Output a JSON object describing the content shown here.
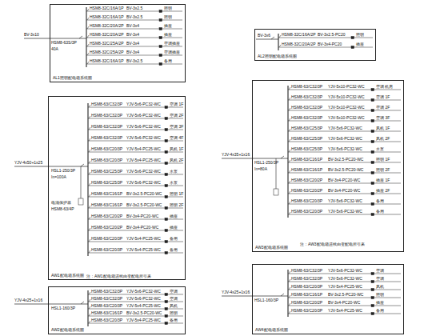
{
  "diagram": {
    "nodes": [
      {
        "text": [
          "AL1照明配电箱系统图"
        ]
      },
      {
        "text": [
          "AL2照明配电箱系统图"
        ]
      },
      {
        "text": [
          "AW1配电箱系统图"
        ]
      },
      {
        "text": [
          "AW2配电箱系统图"
        ]
      },
      {
        "text": [
          "AW3配电箱系统图"
        ]
      },
      {
        "text": [
          "AW4配电箱系统图"
        ]
      }
    ],
    "labels": [
      "BV-3x10",
      "HSM8-63S/3P",
      "40A",
      "HSM8-32C/16A/1P",
      "BV-3x2.5",
      "照明",
      "HSM8-32C/16A/1P",
      "BV-3x2.5",
      "照明",
      "HSM8-32C/20A/2P",
      "BV-3x4",
      "插座",
      "HSM8-32C/20A/2P",
      "BV-3x4",
      "插座",
      "HSM8-32C/25A/2P",
      "BV-3x4",
      "空调插座",
      "HSM8-32C/25A/2P",
      "BV-3x4",
      "空调插座",
      "HSM8-32C/16A/1P",
      "BV-3x2.5",
      "备用",
      "BV-3x6",
      "HSM8-32C/16A/2P",
      "BV-3x2.5-PC20",
      "照明",
      "HSM8-32C/20A/2P",
      "BV-3x4-PC20",
      "插座",
      "YJV-4x50+1x25",
      "HSL1-250/3P",
      "In=100A",
      "电涌保护器",
      "HSM8-63/4P",
      "注：AW1配电箱进线由变配电所引来",
      "HSM8-63/C32/3P",
      "YJV-5x6-PC32-WC",
      "空调 1F",
      "HSM8-63/C32/3P",
      "YJV-5x6-PC32-WC",
      "空调 2F",
      "HSM8-63/C32/3P",
      "YJV-5x6-PC32-WC",
      "空调 3F",
      "HSM8-63/C32/3P",
      "YJV-5x6-PC32-WC",
      "空调 4F",
      "HSM8-63/C20/3P",
      "YJV-5x4-PC25-WC",
      "风机 1F",
      "HSM8-63/C20/3P",
      "YJV-5x4-PC25-WC",
      "风机 2F",
      "HSM8-63/C25/3P",
      "YJV-5x6-PC32-WC",
      "水泵",
      "HSM8-63/C25/3P",
      "YJV-5x6-PC32-WC",
      "水泵",
      "HSM8-63/C16/1P",
      "BV-3x2.5-PC20-WC",
      "照明 1F",
      "HSM8-63/C16/1P",
      "BV-3x2.5-PC20-WC",
      "照明 2F",
      "HSM8-63/C20/2P",
      "BV-3x4-PC20-WC",
      "插座",
      "HSM8-63/C20/2P",
      "BV-3x4-PC20-WC",
      "插座",
      "HSM8-63/C20/3P",
      "YJV-5x4-PC25-WC",
      "备用",
      "HSM8-63/C20/3P",
      "YJV-5x4-PC25-WC",
      "备用",
      "YJV-4x25+1x16",
      "HSL1-160/3P",
      "HSM8-63/C32/3P",
      "YJV-5x6-PC32-WC",
      "空调",
      "HSM8-63/C32/3P",
      "YJV-5x6-PC32-WC",
      "空调",
      "HSM8-63/C20/3P",
      "YJV-5x4-PC25-WC",
      "风机",
      "HSM8-63/C16/1P",
      "BV-3x2.5-PC20-WC",
      "照明",
      "HSM8-63/C20/3P",
      "YJV-5x4-PC25-WC",
      "备用",
      "YJV-4x35+1x16",
      "HSL1-250/3P",
      "In=80A",
      "注：AW3配电箱进线由变配电所引来",
      "HSM8-63/C32/3P",
      "YJV-5x10-PC32-WC",
      "空调 机房",
      "HSM8-63/C32/3P",
      "YJV-5x10-PC32-WC",
      "空调 1F",
      "HSM8-63/C32/3P",
      "YJV-5x10-PC32-WC",
      "空调 2F",
      "HSM8-63/C32/3P",
      "YJV-5x10-PC32-WC",
      "空调 3F",
      "HSM8-63/C25/3P",
      "YJV-5x6-PC32-WC",
      "风机 1F",
      "HSM8-63/C25/3P",
      "YJV-5x6-PC32-WC",
      "风机 2F",
      "HSM8-63/C25/3P",
      "YJV-5x6-PC32-WC",
      "水泵",
      "HSM8-63/C16/1P",
      "BV-3x2.5-PC20-WC",
      "照明 1F",
      "HSM8-63/C16/1P",
      "BV-3x2.5-PC20-WC",
      "照明 2F",
      "HSM8-63/C20/2P",
      "BV-3x4-PC20-WC",
      "插座 1F",
      "HSM8-63/C20/2P",
      "BV-3x4-PC20-WC",
      "插座 2F",
      "HSM8-63/C20/3P",
      "YJV-5x6-PC32-WC",
      "备用",
      "HSM8-63/C20/3P",
      "YJV-5x6-PC32-WC",
      "备用",
      "YJV-4x25+1x16",
      "HSL1-160/3P",
      "HSM8-63/C32/3P",
      "YJV-5x6-PC32-WC",
      "空调",
      "HSM8-63/C32/3P",
      "YJV-5x6-PC32-WC",
      "空调",
      "HSM8-63/C20/3P",
      "YJV-5x4-PC25-WC",
      "风机",
      "HSM8-63/C16/1P",
      "BV-3x2.5-PC20-WC",
      "照明",
      "HSM8-63/C20/2P",
      "BV-3x4-PC20-WC",
      "插座",
      "HSM8-63/C20/3P",
      "YJV-5x4-PC25-WC",
      "备用"
    ]
  }
}
